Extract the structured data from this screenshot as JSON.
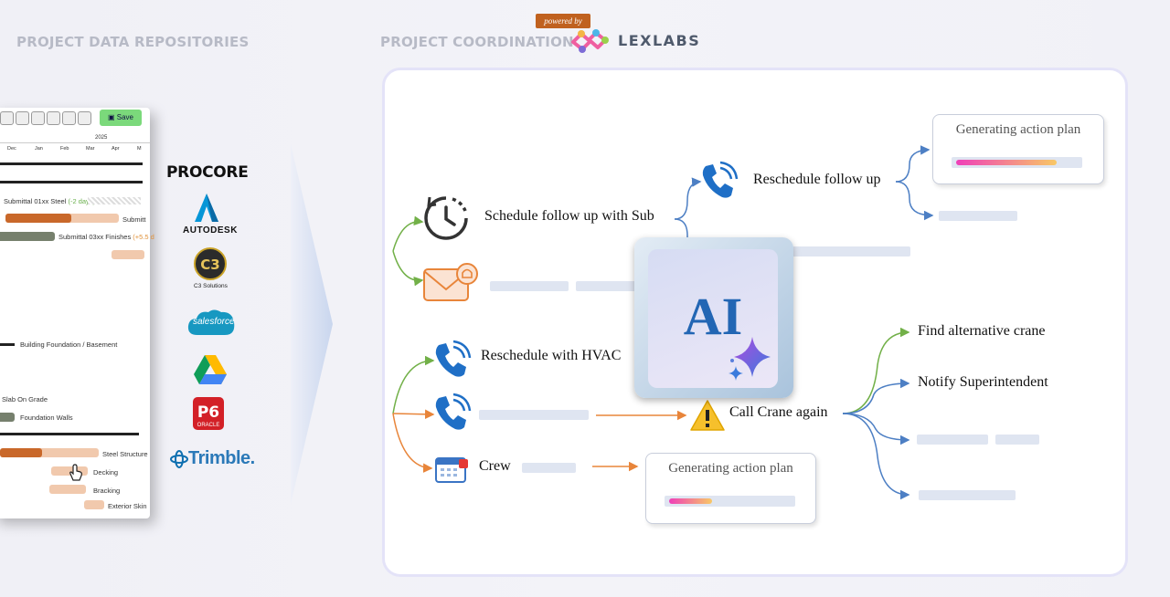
{
  "headers": {
    "left": "PROJECT DATA REPOSITORIES",
    "center": "PROJECT COORDINATION",
    "powered_by": "powered by",
    "brand": "LEXLABS"
  },
  "gantt": {
    "year": "2025",
    "months": [
      "Dec",
      "Jan",
      "Feb",
      "Mar",
      "Apr",
      "M"
    ],
    "save_label": "Save",
    "rows": [
      {
        "label": "Submittal 01xx Steel",
        "delay": "(-2 days)"
      },
      {
        "label": "Submitt"
      },
      {
        "label": "Submittal 03xx Finishes",
        "delay": "(+5.5 d"
      },
      {
        "label": "Building Foundation / Basement"
      },
      {
        "label": "Slab On Grade"
      },
      {
        "label": "Foundation Walls"
      },
      {
        "label": "Steel Structure"
      },
      {
        "label": "Decking"
      },
      {
        "label": "Bracking"
      },
      {
        "label": "Exterior Skin"
      }
    ]
  },
  "integrations": [
    {
      "name": "PROCORE"
    },
    {
      "name": "AUTODESK"
    },
    {
      "name": "C3 Solutions"
    },
    {
      "name": "salesforce"
    },
    {
      "name": "Google Drive"
    },
    {
      "name": "P6",
      "sub": "ORACLE"
    },
    {
      "name": "Trimble."
    }
  ],
  "nodes": {
    "schedule_follow_up": "Schedule follow up with Sub",
    "reschedule_follow_up": "Reschedule follow up",
    "reschedule_hvac": "Reschedule with HVAC",
    "crew": "Crew",
    "call_crane": "Call Crane again",
    "find_crane": "Find alternative crane",
    "notify_super": "Notify Superintendent"
  },
  "cards": {
    "top": {
      "title": "Generating action plan",
      "progress": 0.83
    },
    "bottom": {
      "title": "Generating action plan",
      "progress": 0.35
    }
  },
  "ai_label": "AI",
  "colors": {
    "green": "#72b048",
    "orange": "#e8853a",
    "blue": "#4d7fc4",
    "ai_blue": "#2266b4",
    "placeholder": "#dfe5f1"
  }
}
